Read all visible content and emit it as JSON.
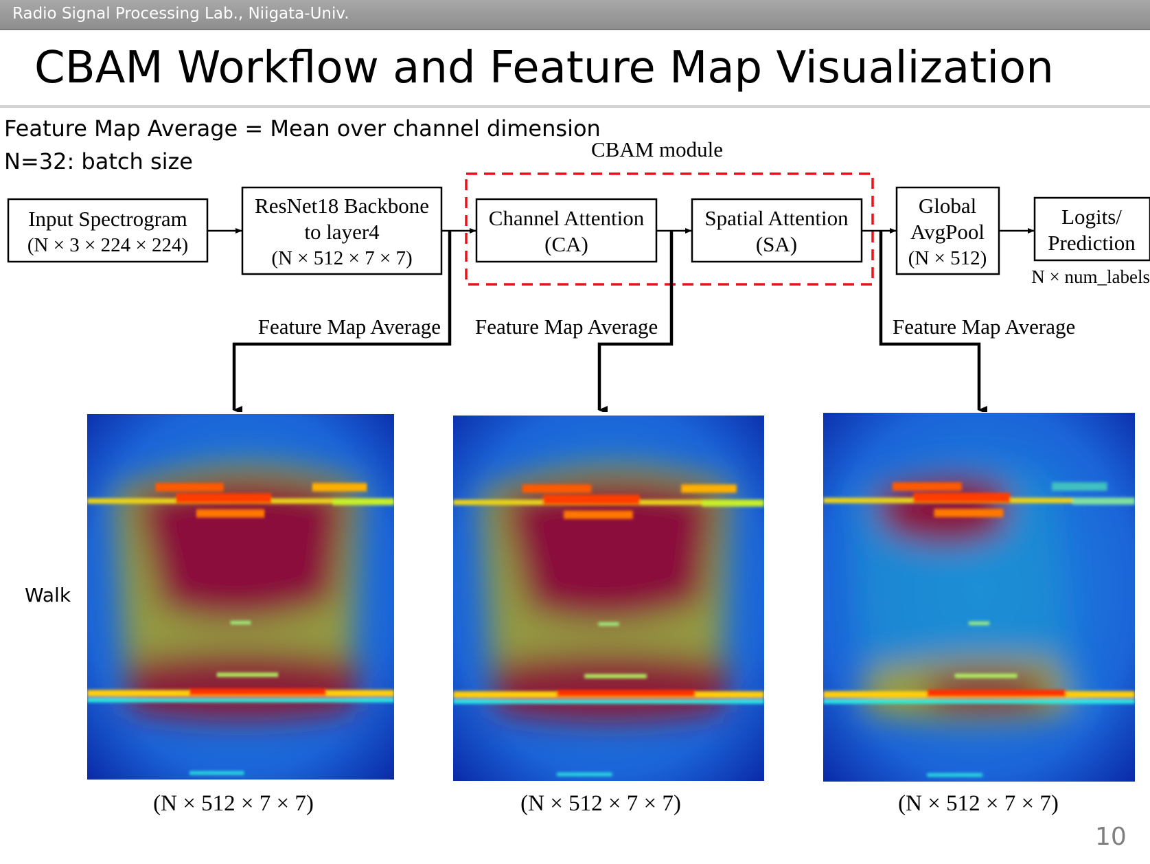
{
  "header": {
    "org": "Radio Signal Processing Lab., Niigata-Univ."
  },
  "title": "CBAM Workflow and Feature Map Visualization",
  "notes": [
    "Feature Map Average = Mean over channel dimension",
    "N=32: batch size"
  ],
  "diagram": {
    "cbam_label": "CBAM module",
    "blocks": [
      {
        "id": "input",
        "lines": [
          "Input Spectrogram",
          "(N × 3 × 224 × 224)"
        ]
      },
      {
        "id": "backbone",
        "lines": [
          "ResNet18 Backbone",
          "to layer4",
          "(N × 512 × 7 × 7)"
        ]
      },
      {
        "id": "ca",
        "lines": [
          "Channel Attention",
          "(CA)"
        ]
      },
      {
        "id": "sa",
        "lines": [
          "Spatial Attention",
          "(SA)"
        ]
      },
      {
        "id": "gap",
        "lines": [
          "Global",
          "AvgPool",
          "(N × 512)"
        ]
      },
      {
        "id": "logits",
        "lines": [
          "Logits/",
          "Prediction"
        ]
      }
    ],
    "output_label": "N × num_labels",
    "tap_labels": [
      "Feature Map Average",
      "Feature Map Average",
      "Feature Map Average"
    ],
    "accent_color": "#e8141a"
  },
  "visualization": {
    "row_label": "Walk",
    "panels": [
      {
        "id": "backbone-map",
        "dim": "(N × 512 × 7 × 7)"
      },
      {
        "id": "ca-map",
        "dim": "(N × 512 × 7 × 7)"
      },
      {
        "id": "sa-map",
        "dim": "(N × 512 × 7 × 7)"
      }
    ],
    "colormap": "jet"
  },
  "page_number": "10"
}
